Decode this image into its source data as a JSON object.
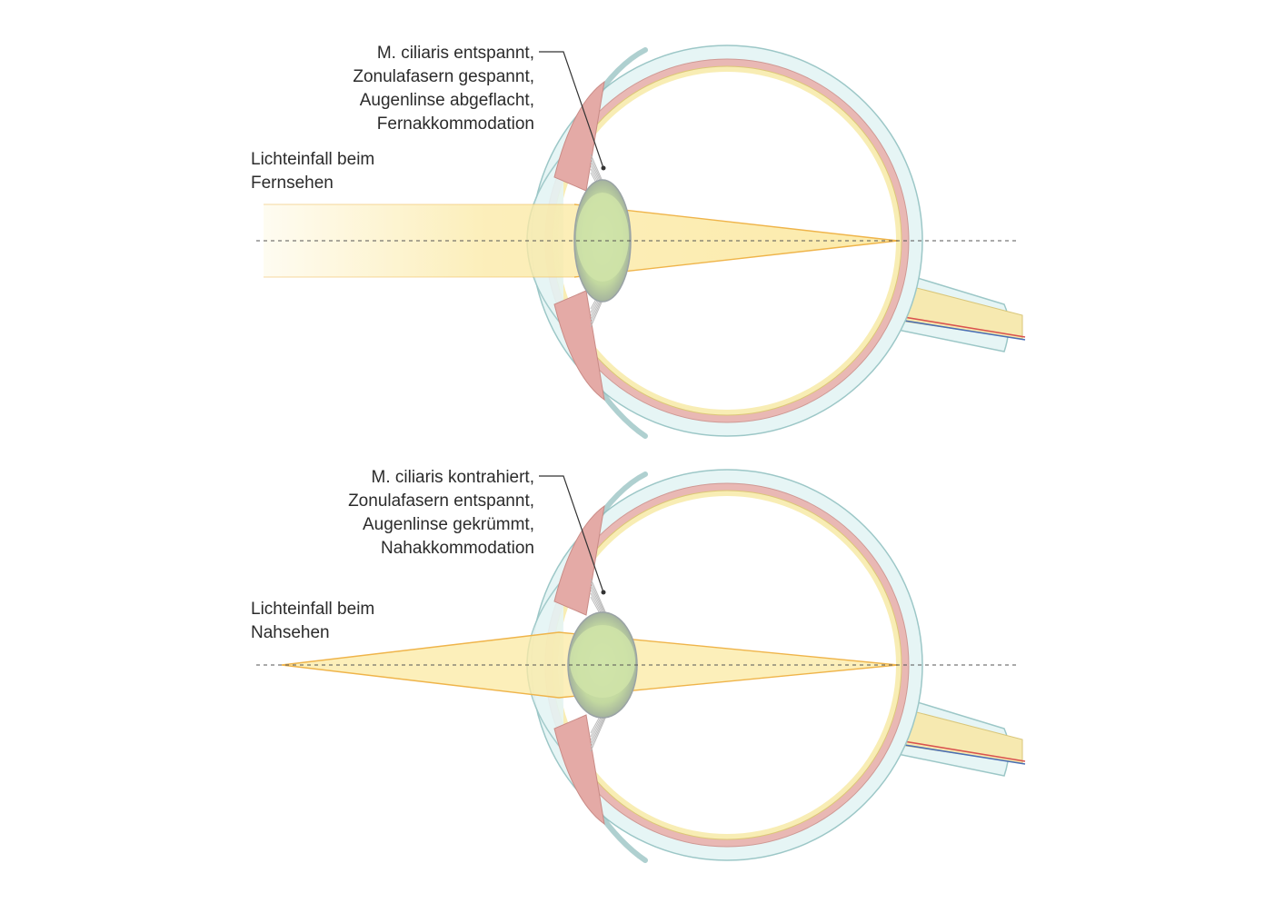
{
  "panels": [
    {
      "mode": "far",
      "state_lines": [
        "M. ciliaris entspannt,",
        "Zonulafasern gespannt,",
        "Augenlinse abgeflacht,",
        "Fernakkommodation"
      ],
      "light_lines": [
        "Lichteinfall beim",
        "Fernsehen"
      ]
    },
    {
      "mode": "near",
      "state_lines": [
        "M. ciliaris kontrahiert,",
        "Zonulafasern entspannt,",
        "Augenlinse gekrümmt,",
        "Nahakkommodation"
      ],
      "light_lines": [
        "Lichteinfall beim",
        "Nahsehen"
      ]
    }
  ],
  "colors": {
    "sclera_fill": "#e6f5f5",
    "sclera_stroke": "#9cc7c7",
    "choroid": "#e9b8b4",
    "retina": "#f8edb4",
    "lens_edge": "#9aa3a5",
    "lens_core": "#cfe3a8",
    "light": "#fbe9a3",
    "ray": "#efb44a",
    "axis": "#555555",
    "nerve": "#f6e9b0",
    "vessel_red": "#d9534f",
    "vessel_blue": "#4a6fb5"
  }
}
